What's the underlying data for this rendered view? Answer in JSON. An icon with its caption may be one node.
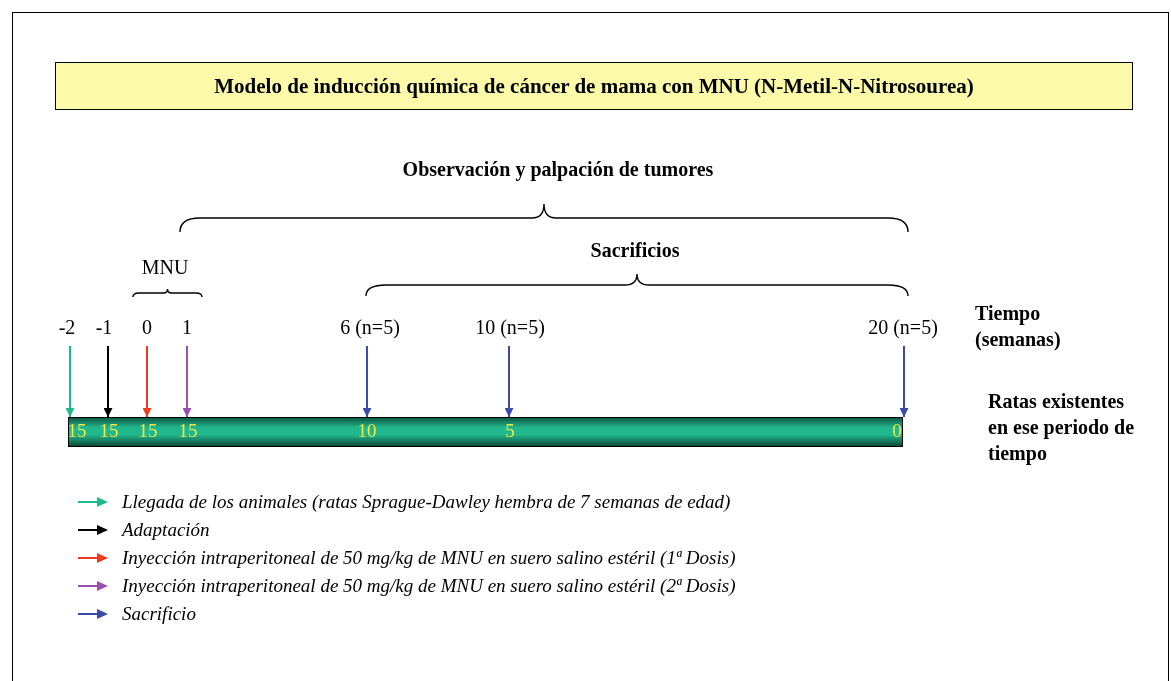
{
  "diagram": {
    "nodes": [
      {
        "text": [
          "Modelo de inducción química de cáncer de mama con MNU (N-Metil-N-Nitrosourea)"
        ]
      },
      {
        "text": [
          "15",
          "15",
          "15",
          "15",
          "10",
          "5",
          "0"
        ]
      },
      {
        "text": [
          "-2"
        ]
      },
      {
        "text": [
          "-1"
        ]
      },
      {
        "text": [
          "0"
        ]
      },
      {
        "text": [
          "1"
        ]
      },
      {
        "text": [
          "6 (n=5)"
        ]
      },
      {
        "text": [
          "10 (n=5)"
        ]
      },
      {
        "text": [
          "20 (n=5)"
        ]
      }
    ],
    "edges": [
      {
        "from": 2,
        "to": 1,
        "arrow": "to",
        "color": "#20b890"
      },
      {
        "from": 3,
        "to": 1,
        "arrow": "to",
        "color": "#000000"
      },
      {
        "from": 4,
        "to": 1,
        "arrow": "to",
        "color": "#f03a20"
      },
      {
        "from": 5,
        "to": 1,
        "arrow": "to",
        "color": "#9b4fb0"
      },
      {
        "from": 6,
        "to": 1,
        "arrow": "to"
      },
      {
        "from": 7,
        "to": 1,
        "arrow": "to"
      },
      {
        "from": 8,
        "to": 1,
        "arrow": "to"
      }
    ],
    "labels": [
      "Observación y palpación de tumores",
      "Sacrificios",
      "MNU",
      "Tiempo (semanas)",
      "Ratas existentes en ese periodo de tiempo"
    ],
    "legend": [
      {
        "text": "Llegada de los animales (ratas Sprague-Dawley hembra de 7 semanas de edad)"
      },
      {
        "text": "Adaptación"
      },
      {
        "text": "Inyección intraperitoneal de 50 mg/kg de MNU en suero salino estéril (1ª Dosis)"
      },
      {
        "text": "Inyección intraperitoneal de 50 mg/kg de MNU en suero salino estéril (2ª Dosis)"
      },
      {
        "text": "Sacrificio"
      }
    ]
  }
}
